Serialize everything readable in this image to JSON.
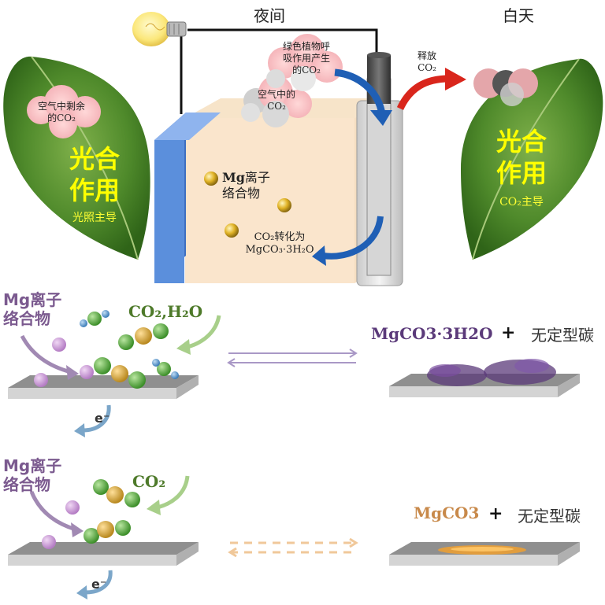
{
  "top": {
    "night_label": "夜间",
    "day_label": "白天",
    "left_leaf": {
      "title_line1": "光合",
      "title_line2": "作用",
      "subtitle": "光照主导",
      "cloud_line1": "空气中剩余",
      "cloud_line2": "的CO₂"
    },
    "right_leaf": {
      "title_line1": "光合",
      "title_line2": "作用",
      "subtitle": "CO₂主导"
    },
    "cell": {
      "cloud_air_line1": "空气中的",
      "cloud_air_line2": "CO₂",
      "cloud_plant_line1": "绿色植物呼",
      "cloud_plant_line2": "吸作用产生",
      "cloud_plant_line3": "的CO₂",
      "mg_complex_bold": "Mg",
      "mg_complex_rest": "离子",
      "mg_complex_line2": "络合物",
      "conversion_line1": "CO₂转化为",
      "conversion_line2": "MgCO₃·3H₂O"
    },
    "release_line1": "释放",
    "release_line2": "CO₂"
  },
  "row1": {
    "mg_line1": "Mg离子",
    "mg_line2": "络合物",
    "reactants": "CO₂,H₂O",
    "electron": "e⁻",
    "product": "MgCO3·3H2O",
    "plus": "+",
    "carbon": "无定型碳"
  },
  "row2": {
    "mg_line1": "Mg离子",
    "mg_line2": "络合物",
    "reactants": "CO₂",
    "electron": "e⁻",
    "product": "MgCO3",
    "plus": "+",
    "carbon": "无定型碳"
  },
  "colors": {
    "leaf_green": "#4e8a2a",
    "purple_label": "#7b5a8f",
    "product_purple": "#5b3a7a",
    "product_orange": "#c8894a",
    "arrow_red": "#d9261c",
    "arrow_blue": "#1f5fb5",
    "electrode_blue": "#5b8fdc"
  },
  "icons": [
    "light-bulb-icon",
    "co2-molecule-icon",
    "leaf-icon",
    "electrode-icon",
    "curved-arrow-icon"
  ]
}
